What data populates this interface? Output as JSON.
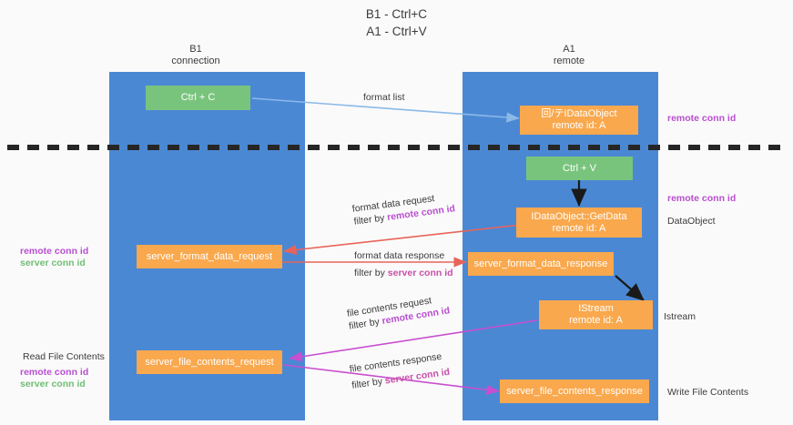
{
  "title": {
    "line1": "B1 - Ctrl+C",
    "line2": "A1 - Ctrl+V"
  },
  "lanes": [
    {
      "id": "left",
      "name": "B1",
      "sub": "connection"
    },
    {
      "id": "right",
      "name": "A1",
      "sub": "remote"
    }
  ],
  "nodes": {
    "ctrl_c": {
      "line1": "Ctrl + C"
    },
    "idataobject": {
      "line1": "回/テIDataObject",
      "line2": "remote id: A"
    },
    "ctrl_v": {
      "line1": "Ctrl + V"
    },
    "getdata": {
      "line1": "IDataObject::GetData",
      "line2": "remote id: A"
    },
    "fmt_req": {
      "line1": "server_format_data_request"
    },
    "fmt_resp": {
      "line1": "server_format_data_response"
    },
    "istream": {
      "line1": "IStream",
      "line2": "remote id: A"
    },
    "file_req": {
      "line1": "server_file_contents_request"
    },
    "file_resp": {
      "line1": "server_file_contents_response"
    }
  },
  "edges": {
    "format_list": {
      "line1": "format list"
    },
    "fmt_data_request": {
      "line1": "format data request",
      "prefix2": "filter by ",
      "hl2": "remote conn id"
    },
    "fmt_data_response": {
      "line1": "format data response",
      "prefix2": "filter by ",
      "hl2": "server conn id"
    },
    "file_contents_request": {
      "line1": "file contents request",
      "prefix2": "filter by ",
      "hl2": "remote conn id"
    },
    "file_contents_response": {
      "line1": "file contents response",
      "prefix2": "filter by ",
      "hl2": "server conn id"
    }
  },
  "side_labels": {
    "right_remote_top": "remote conn id",
    "right_remote_mid": "remote conn id",
    "right_dataobject": "DataObject",
    "right_istream": "Istream",
    "right_write_file": "Write File Contents",
    "left_remote_mid": "remote conn id",
    "left_server_mid": "server conn id",
    "left_read_file": "Read File Contents",
    "left_remote_bot": "remote conn id",
    "left_server_bot": "server conn id"
  },
  "colors": {
    "lane": "#4b88d4",
    "node_orange": "#f9a84d",
    "node_green": "#79c47d",
    "arrow_blue": "#8bb9e8",
    "arrow_red": "#e8645a",
    "arrow_magenta": "#c84fd0",
    "arrow_black": "#1a1a1a",
    "divider": "#262626",
    "text_purple": "#b84fd0",
    "text_green": "#6fbf73"
  }
}
